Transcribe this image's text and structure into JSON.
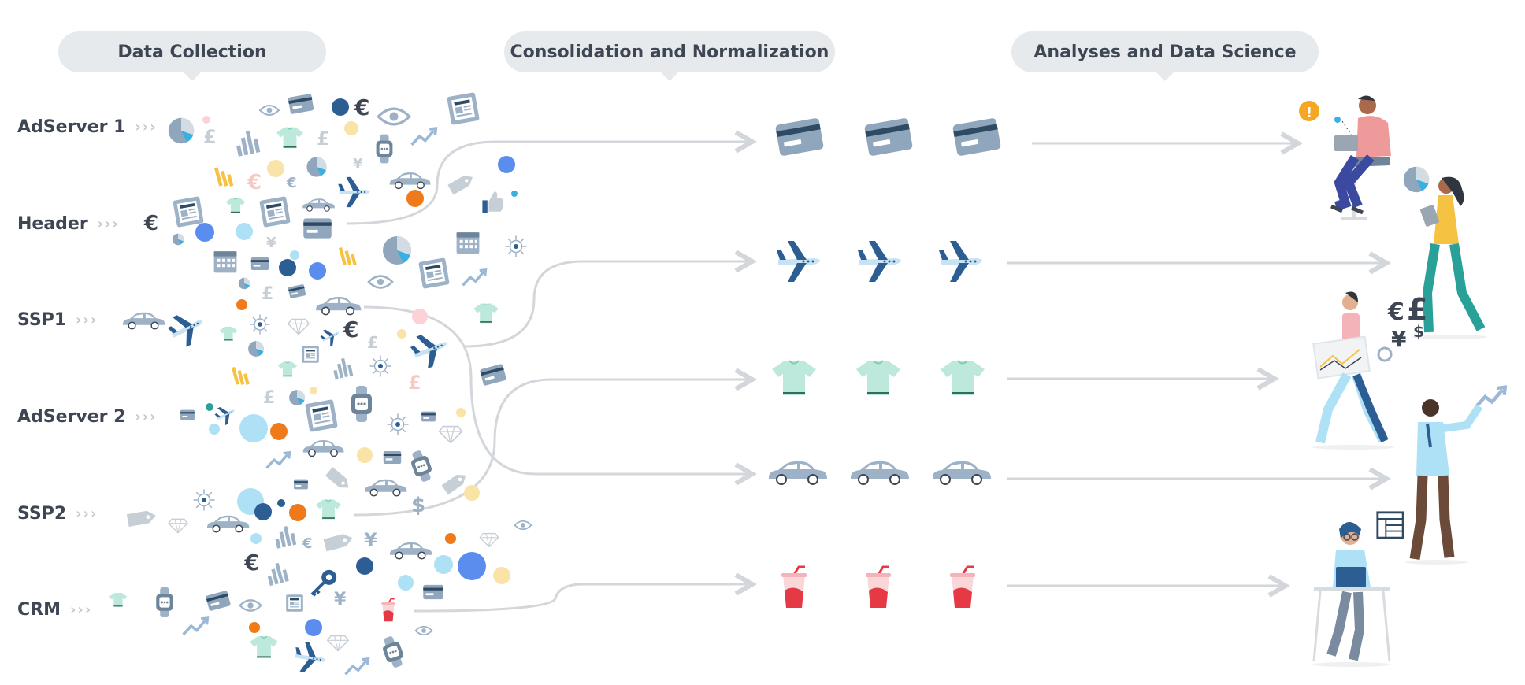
{
  "stages": [
    {
      "label": "Data Collection"
    },
    {
      "label": "Consolidation and Normalization"
    },
    {
      "label": "Analyses and Data Science"
    }
  ],
  "sources": [
    {
      "label": "AdServer 1"
    },
    {
      "label": "Header"
    },
    {
      "label": "SSP1"
    },
    {
      "label": "AdServer 2"
    },
    {
      "label": "SSP2"
    },
    {
      "label": "CRM"
    }
  ],
  "chevrons": "›››",
  "normalized_rows": [
    {
      "icon": "credit-card-icon"
    },
    {
      "icon": "airplane-icon"
    },
    {
      "icon": "tshirt-icon"
    },
    {
      "icon": "car-icon"
    },
    {
      "icon": "drink-cup-icon"
    }
  ],
  "currency_symbols": {
    "euro": "€",
    "pound": "£",
    "yen": "¥",
    "dollar": "$"
  },
  "alert_symbol": "!",
  "colors": {
    "bubble": "#e7eaed",
    "text": "#3f4653",
    "flow_line": "#d3d6da",
    "card": "#8fa6bc",
    "plane": "#c7e3f3",
    "tshirt": "#bde8dc",
    "car": "#9db2c6",
    "cup": "#e63946",
    "orange": "#f07a1a",
    "blue_dark": "#2c5d93",
    "blue_light": "#aee0f6"
  }
}
